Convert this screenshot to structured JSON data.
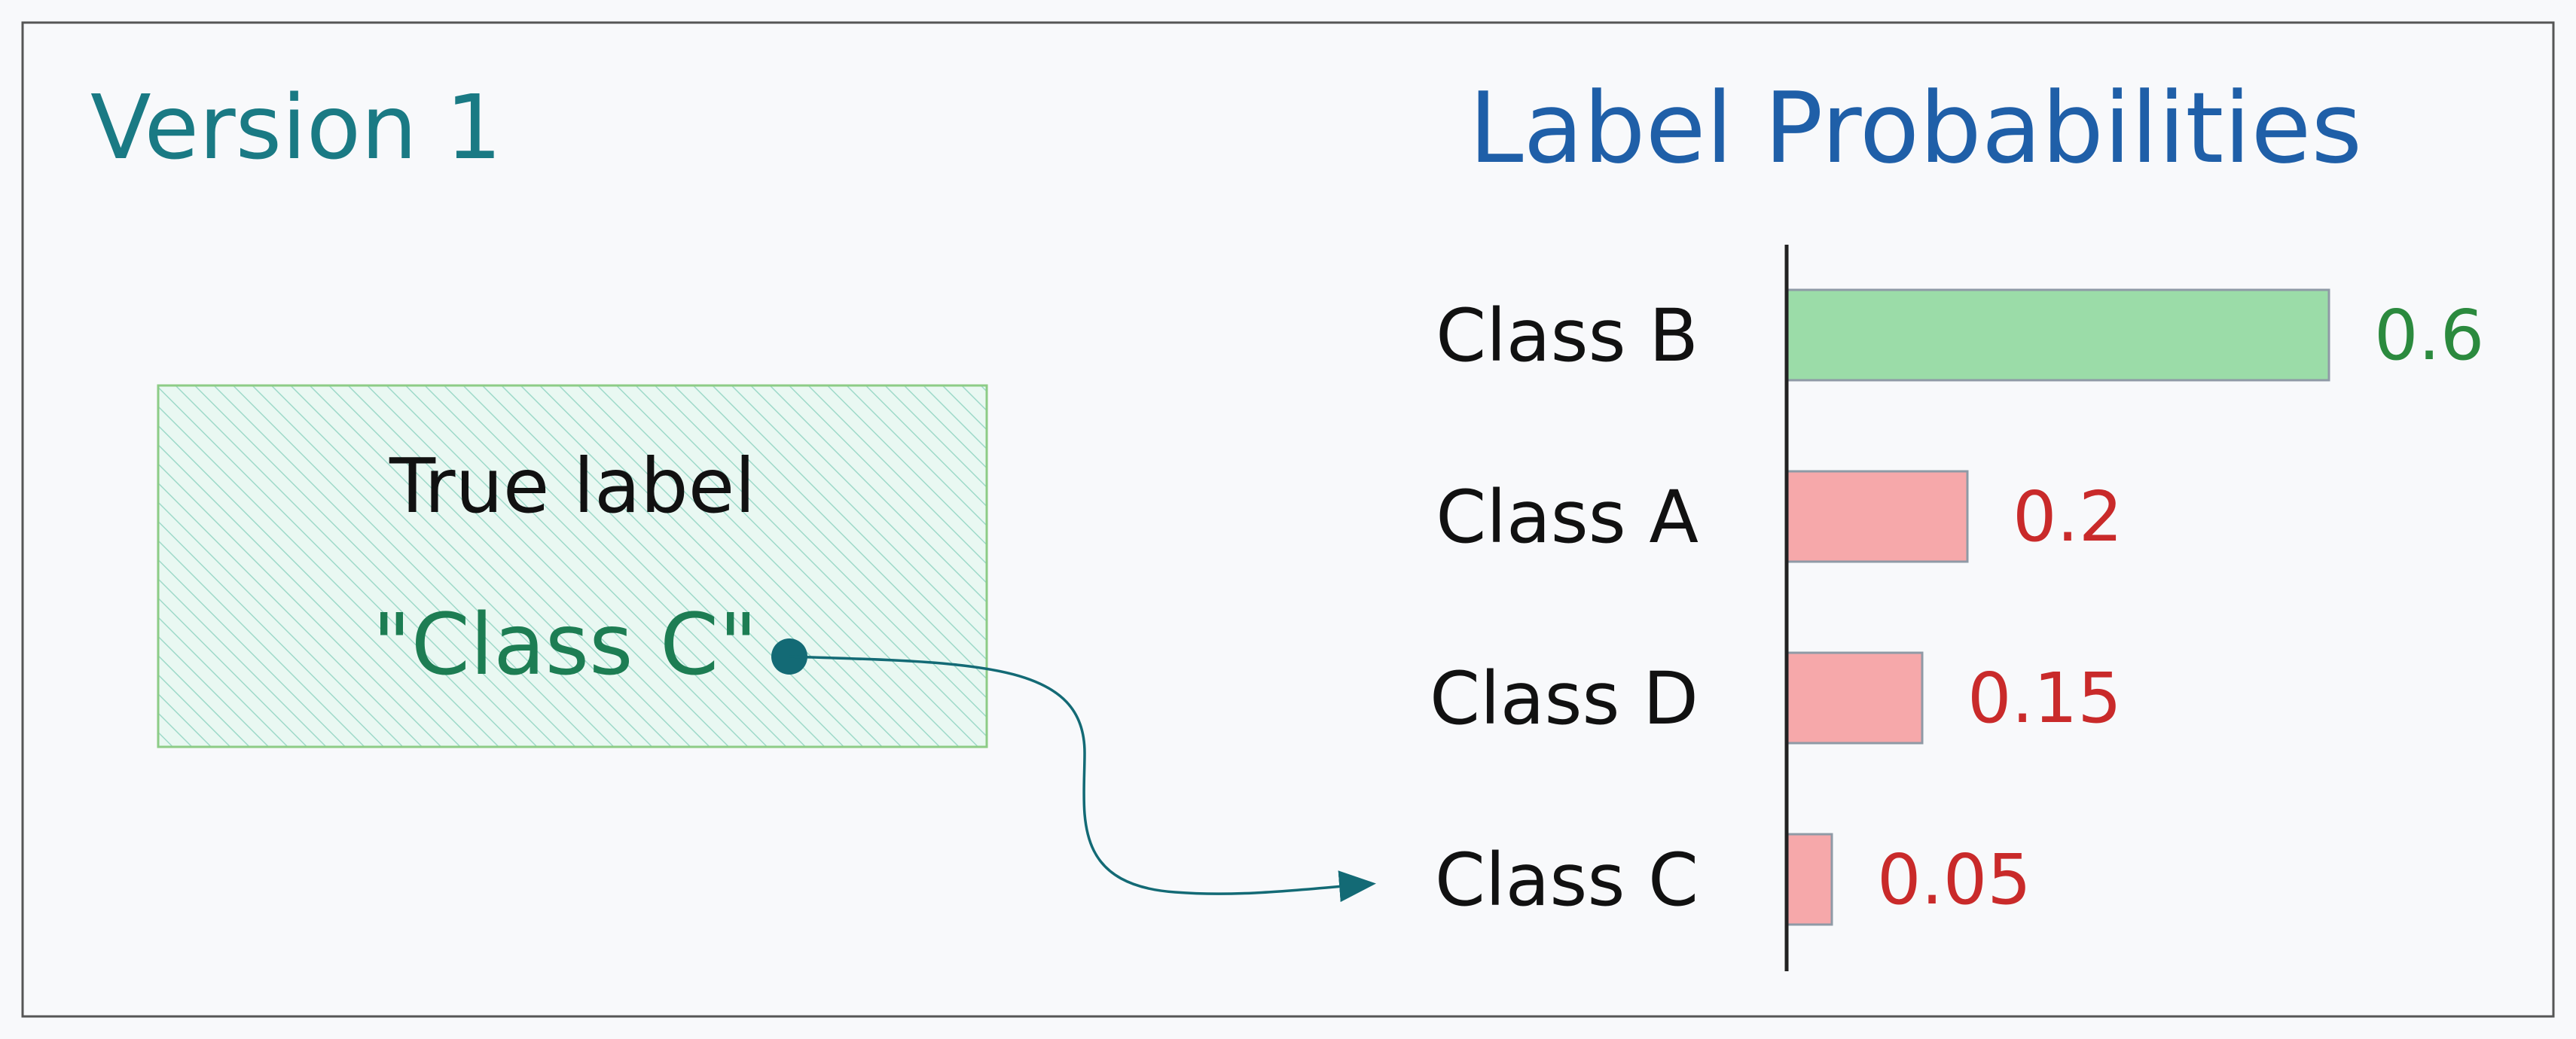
{
  "version_title": "Version 1",
  "chart_title": "Label Probabilities",
  "true_label": {
    "heading": "True label",
    "value": "\"Class C\""
  },
  "colors": {
    "teal": "#1a7a84",
    "blue": "#1f5fa8",
    "green_text": "#2b8a3e",
    "red_text": "#c92a2a",
    "green_bar": "#9bdca8",
    "red_bar": "#f6a8aa",
    "box_fill": "#e9f8f2",
    "box_hatch": "#9ed9c9",
    "box_border": "#8dcc86",
    "arrow": "#136a75",
    "frame": "#555555"
  },
  "chart_data": {
    "type": "bar",
    "orientation": "horizontal",
    "title": "Label Probabilities",
    "categories": [
      "Class B",
      "Class A",
      "Class D",
      "Class C"
    ],
    "values": [
      0.6,
      0.2,
      0.15,
      0.05
    ],
    "value_labels": [
      "0.6",
      "0.2",
      "0.15",
      "0.05"
    ],
    "highlight_category": "Class B",
    "xlim": [
      0,
      0.6
    ]
  }
}
